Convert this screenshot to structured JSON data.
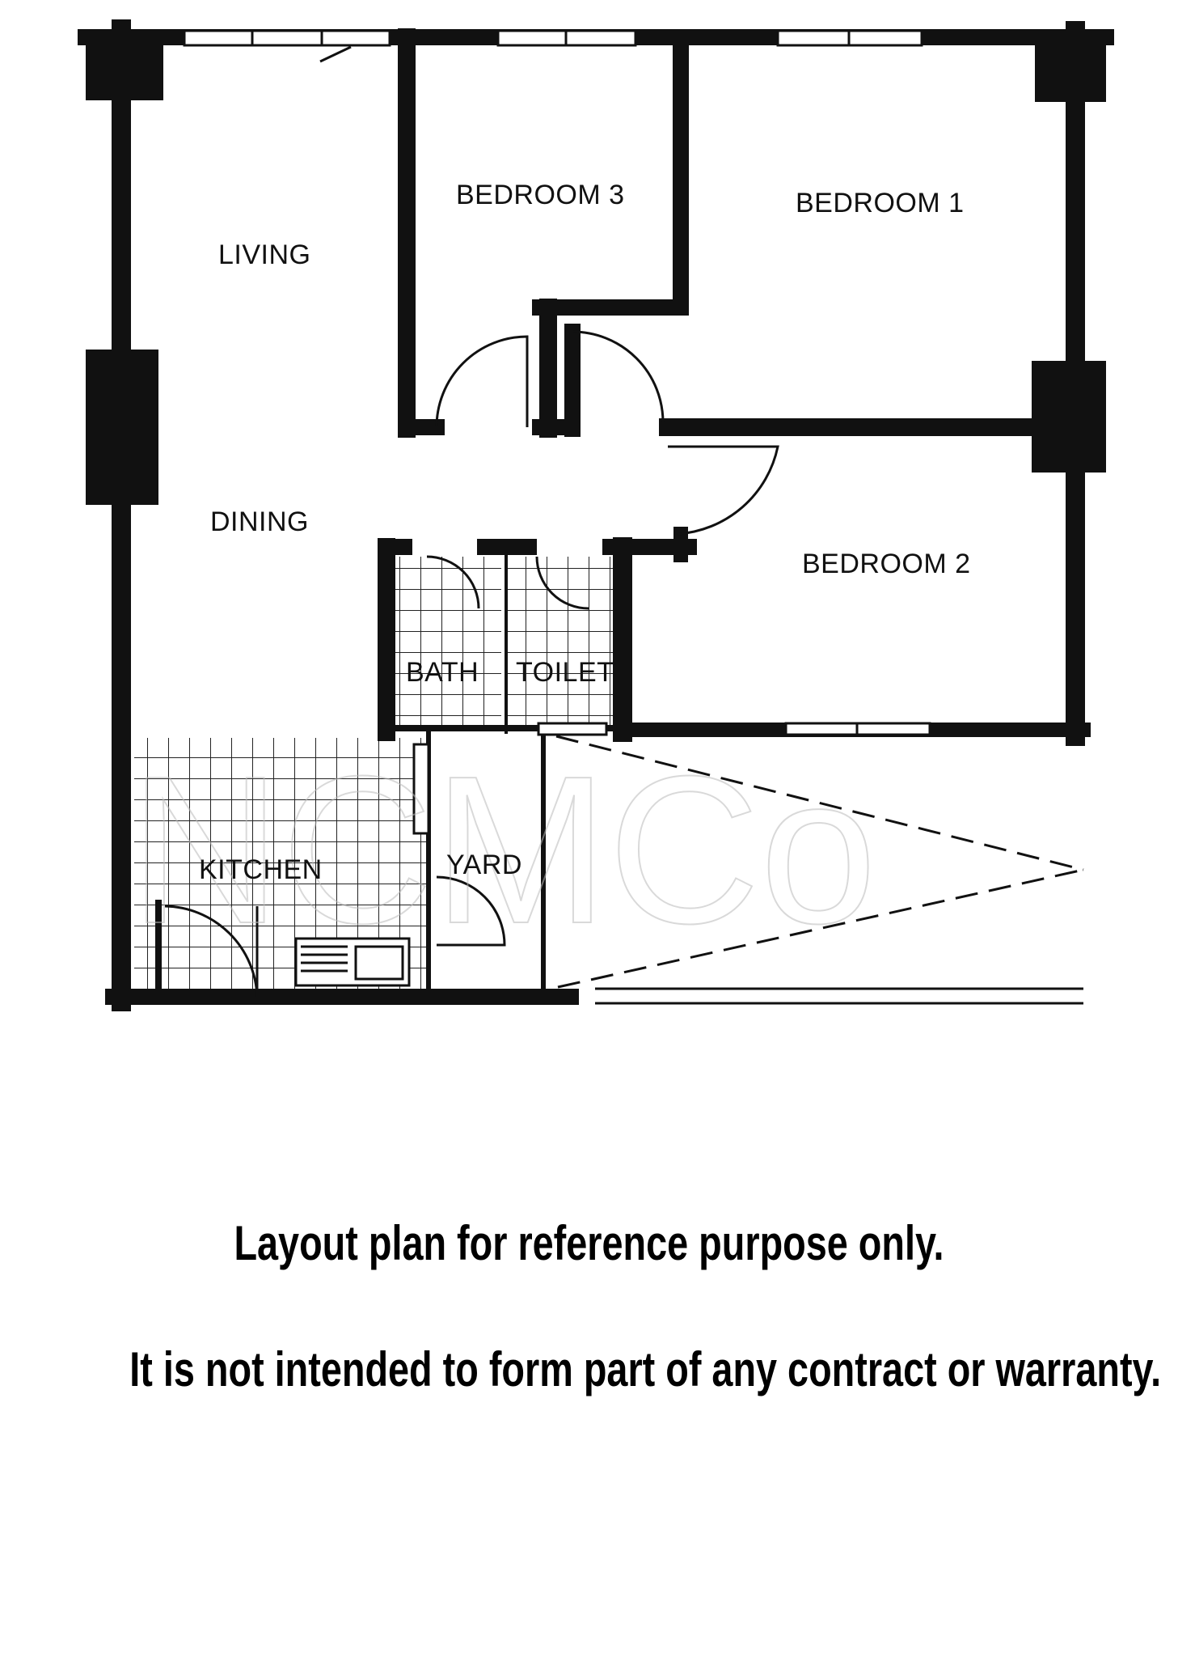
{
  "rooms": {
    "living": "LIVING",
    "dining": "DINING",
    "bedroom3": "BEDROOM 3",
    "bedroom1": "BEDROOM 1",
    "bedroom2": "BEDROOM 2",
    "bath": "BATH",
    "toilet": "TOILET",
    "kitchen": "KITCHEN",
    "yard": "YARD"
  },
  "watermark": "NCMCo",
  "disclaimer": {
    "line1": "Layout plan for reference purpose only.",
    "line2": "It is not intended to form part of any contract or warranty."
  }
}
